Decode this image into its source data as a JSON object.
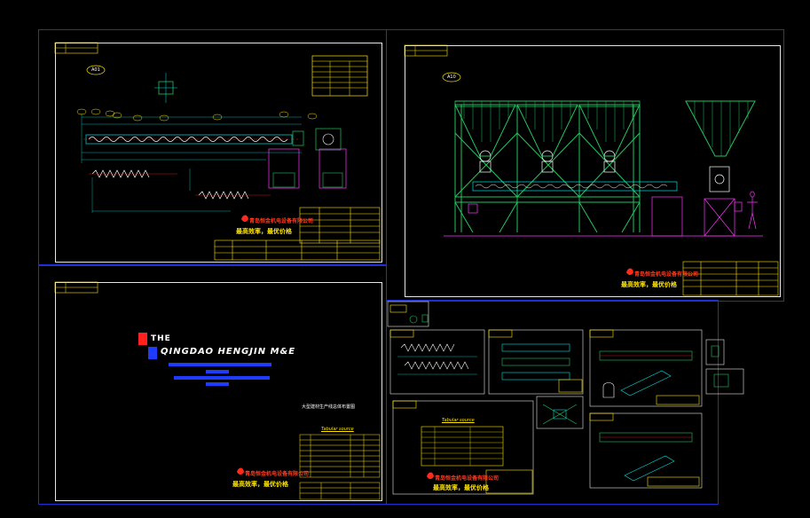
{
  "company": {
    "the": "THE",
    "name": "QINGDAO HENGJIN M&E",
    "cn_title": "大型建材生产线总体布置图",
    "table_title": "Tabular source",
    "slogan": "最高效率，最优价格",
    "logo_text": "青岛恒金机电设备有限公司"
  },
  "views": {
    "a01": "A01",
    "a10": "A10"
  },
  "colors": {
    "background": "#000000",
    "sheet_border": "#1f2fd6",
    "frame": "#e6e6e6",
    "structure": "#22c55e",
    "table": "#ffe500",
    "dimension": "#00e0e0",
    "accent_red": "#ff2020",
    "accent_blue": "#1f3bff",
    "magenta": "#ff33ff"
  }
}
